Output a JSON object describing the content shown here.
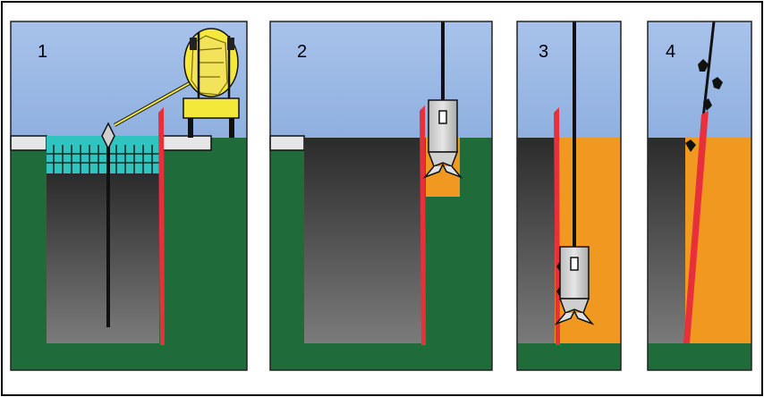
{
  "panels": [
    {
      "label": "1"
    },
    {
      "label": "2"
    },
    {
      "label": "3"
    },
    {
      "label": "4"
    }
  ],
  "colors": {
    "sky": "#9db8e4",
    "ground": "#1f6b3a",
    "ground_dark": "#17592f",
    "slurry_teal": "#2fc4c0",
    "trench_top": "#2a2a2a",
    "trench_bottom": "#7a7a7a",
    "panel_red": "#e8303a",
    "backfill_orange": "#f0981f",
    "rig_yellow": "#f4e93a",
    "tool_grey": "#d8d8d8",
    "outline": "#111111"
  },
  "icons": {
    "excavator": "tracked-excavator-icon",
    "clamshell": "clamshell-grab-icon",
    "tremie": "tremie-pipe-icon"
  }
}
